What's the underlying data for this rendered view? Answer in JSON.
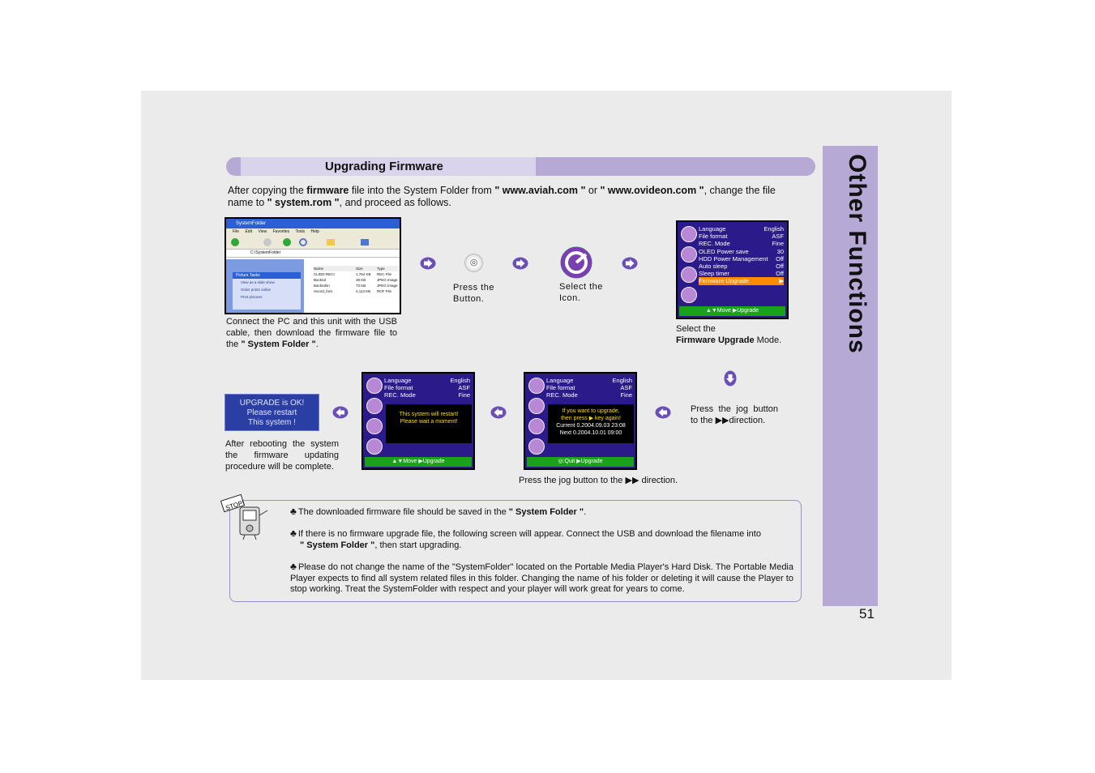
{
  "side_title": "Other Functions",
  "page_number": "51",
  "title": "Upgrading Firmware",
  "intro": {
    "p1": "After copying the ",
    "b1": "firmware",
    "p2": " file into the System Folder from ",
    "b2": "\" www.aviah.com \"",
    "p3": " or ",
    "b3": "\" www.ovideon.com \"",
    "p4": ", change the file name to ",
    "b4": "\" system.rom \"",
    "p5": ", and proceed as follows."
  },
  "step1": {
    "p1": "Connect the PC and this unit with the USB cable, then download the firmware file to the ",
    "b1": "\" System Folder \"",
    "p2": "."
  },
  "explorer": {
    "window_title": "SystemFolder",
    "menu": [
      "File",
      "Edit",
      "View",
      "Favorites",
      "Tools",
      "Help"
    ],
    "address": "C:\\SystemFolder",
    "sidebar_title": "Picture Tasks",
    "sidebar_items": [
      "View as a slide show",
      "Order prints online",
      "Print pictures"
    ],
    "columns": [
      "Name",
      "Size",
      "Type"
    ],
    "files": [
      {
        "name": "CLIDD-RECI",
        "size": "1,764 KB",
        "type": "REC File"
      },
      {
        "name": "Backnd",
        "size": "39 KB",
        "type": "JPEG Image"
      },
      {
        "name": "Backndsn",
        "size": "73 KB",
        "type": "JPEG Image"
      },
      {
        "name": "record_font",
        "size": "4,113 KB",
        "type": "ROF File"
      }
    ]
  },
  "step2": {
    "label": "Press the Button."
  },
  "step3": {
    "label": "Select the Icon."
  },
  "step4": {
    "p1": "Select the",
    "b1": "Firmware Upgrade",
    "p2": " Mode."
  },
  "menu_screen": {
    "rows": [
      {
        "k": "Language",
        "v": "English"
      },
      {
        "k": "File format",
        "v": "ASF"
      },
      {
        "k": "REC. Mode",
        "v": "Fine"
      },
      {
        "k": "OLED Power save",
        "v": "30"
      },
      {
        "k": "HDD Power Management",
        "v": "Off"
      },
      {
        "k": "Auto sleep",
        "v": "Off"
      },
      {
        "k": "Sleep timer",
        "v": "Off"
      },
      {
        "k": "Firmware Upgrade",
        "v": "▶"
      }
    ],
    "bar": "▲▼Move  ▶Upgrade"
  },
  "step5": {
    "label": "Press the jog button to the",
    "label_dir": "direction."
  },
  "confirm_screen": {
    "rows": [
      {
        "k": "Language",
        "v": "English"
      },
      {
        "k": "File format",
        "v": "ASF"
      },
      {
        "k": "REC. Mode",
        "v": "Fine"
      }
    ],
    "msg1": "If you want to upgrade,",
    "msg2": "then press ▶ key again!",
    "msg3": "Current 0.2004.09.03 23:08",
    "msg4": "Next 0.2004.10.01 09:00",
    "bar": "◎:Quit  ▶Upgrade",
    "caption": "Press the jog button to the",
    "caption_dir": "direction."
  },
  "restart_screen": {
    "rows": [
      {
        "k": "Language",
        "v": "English"
      },
      {
        "k": "File format",
        "v": "ASF"
      },
      {
        "k": "REC. Mode",
        "v": "Fine"
      }
    ],
    "msg1": "This system will restart!",
    "msg2": "Please wait a moment!",
    "bar": "▲▼Move  ▶Upgrade"
  },
  "final": {
    "screen1": "UPGRADE is OK!",
    "screen2": "Please restart",
    "screen3": "This system !",
    "caption": "After rebooting the system the firmware updating procedure will be complete."
  },
  "stop_sign": "STOP!",
  "notes": {
    "n1_a": "The downloaded firmware file should be saved in the ",
    "n1_b": "\" System Folder \"",
    "n1_c": ".",
    "n2_a": "If there is no firmware upgrade file, the following screen will appear.  Connect the USB and download the filename into",
    "n2_b": "\" System Folder \"",
    "n2_c": ", then start upgrading.",
    "n3": "Please do not change the name of the \"SystemFolder\" located on the Portable Media Player's Hard Disk. The Portable Media Player expects to find all system related files in this folder. Changing the name of his folder or deleting it will cause the Player to stop working. Treat the SystemFolder with respect and your player will work great for years to come."
  },
  "colors": {
    "accent": "#b7a9d5",
    "accent_light": "#d9d3ec",
    "arrow": "#6a4fb5",
    "lcd_bg": "#2a1a8a",
    "lcd_bar": "#1aa21a",
    "highlight": "#ff8a00"
  }
}
